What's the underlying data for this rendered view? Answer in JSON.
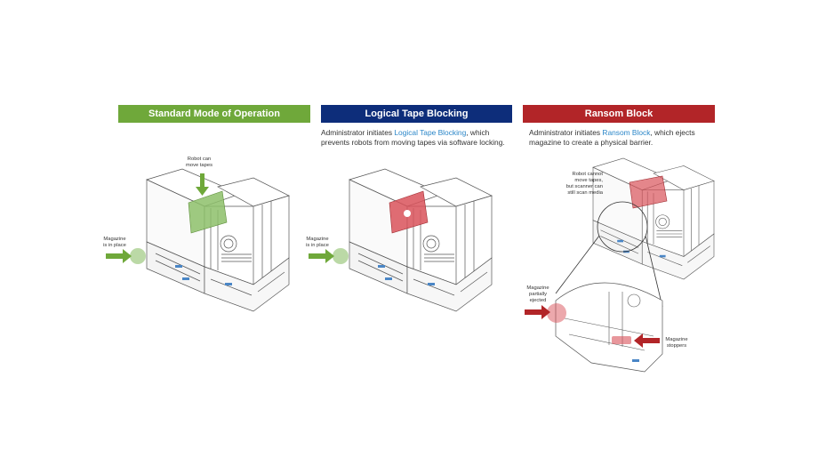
{
  "colors": {
    "green": "#6fa83a",
    "blue": "#0d2d7a",
    "red": "#b22528",
    "link": "#2a86c8",
    "robot_green": "#8dc06a",
    "robot_red": "#d9525a"
  },
  "panels": [
    {
      "header": "Standard Mode of Operation",
      "robot_label": "Robot can\nmove tapes",
      "magazine_label": "Magazine\nis in place"
    },
    {
      "header": "Logical Tape Blocking",
      "desc_prefix": "Administrator initiates ",
      "desc_link": "Logical Tape Blocking",
      "desc_suffix": ", which prevents robots from moving tapes via software locking.",
      "magazine_label": "Magazine\nis in place"
    },
    {
      "header": "Ransom Block",
      "desc_prefix": "Administrator initiates ",
      "desc_link": "Ransom Block",
      "desc_suffix": ", which ejects magazine to create a physical barrier.",
      "robot_label": "Robot cannot\nmove tapes,\nbut scanner can\nstill scan media",
      "magazine_label": "Magazine\npartially\nejected",
      "stoppers_label": "Magazine\nstoppers"
    }
  ]
}
